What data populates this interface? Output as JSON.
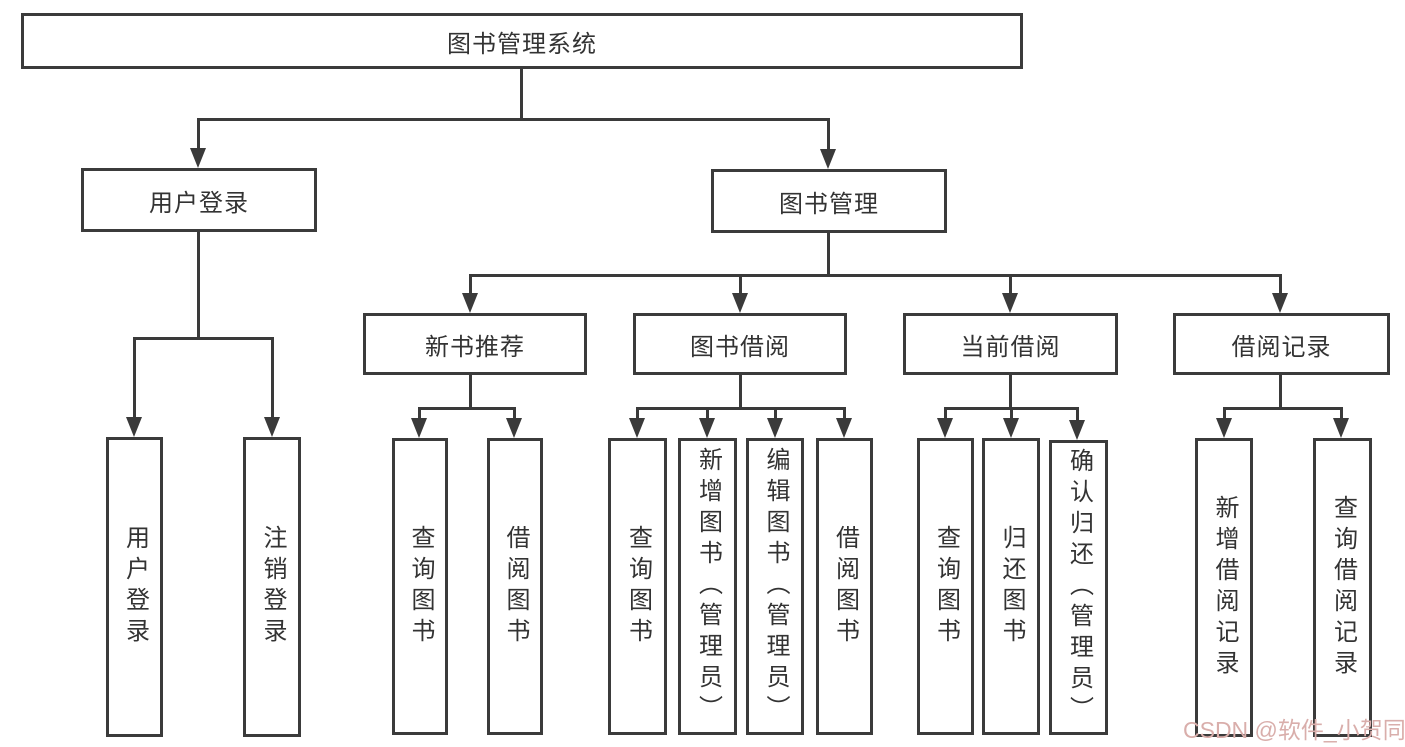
{
  "diagram": {
    "type": "tree-structure-diagram",
    "colors": {
      "background": "#ffffff",
      "line": "#3a3a3a",
      "box_border": "#3b3b3b",
      "text": "#333333",
      "watermark": "#d9aeab"
    },
    "nodes": {
      "root": "图书管理系统",
      "user_login": "用户登录",
      "book_mgmt": "图书管理",
      "new_book_rec": "新书推荐",
      "book_borrow": "图书借阅",
      "current_borrow": "当前借阅",
      "borrow_records": "借阅记录",
      "leaf_user_login": "用户登录",
      "leaf_logout": "注销登录",
      "leaf_query_book_1": "查询图书",
      "leaf_borrow_book_1": "借阅图书",
      "leaf_query_book_2": "查询图书",
      "leaf_add_book": "新增图书（管理员）",
      "leaf_edit_book": "编辑图书（管理员）",
      "leaf_borrow_book_2": "借阅图书",
      "leaf_query_book_3": "查询图书",
      "leaf_return_book": "归还图书",
      "leaf_confirm_return": "确认归还（管理员）",
      "leaf_add_record": "新增借阅记录",
      "leaf_query_record": "查询借阅记录"
    },
    "hierarchy": {
      "图书管理系统": {
        "用户登录": [
          "用户登录",
          "注销登录"
        ],
        "图书管理": {
          "新书推荐": [
            "查询图书",
            "借阅图书"
          ],
          "图书借阅": [
            "查询图书",
            "新增图书（管理员）",
            "编辑图书（管理员）",
            "借阅图书"
          ],
          "当前借阅": [
            "查询图书",
            "归还图书",
            "确认归还（管理员）"
          ],
          "借阅记录": [
            "新增借阅记录",
            "查询借阅记录"
          ]
        }
      }
    },
    "watermark": "CSDN @软件_小贺同学"
  }
}
